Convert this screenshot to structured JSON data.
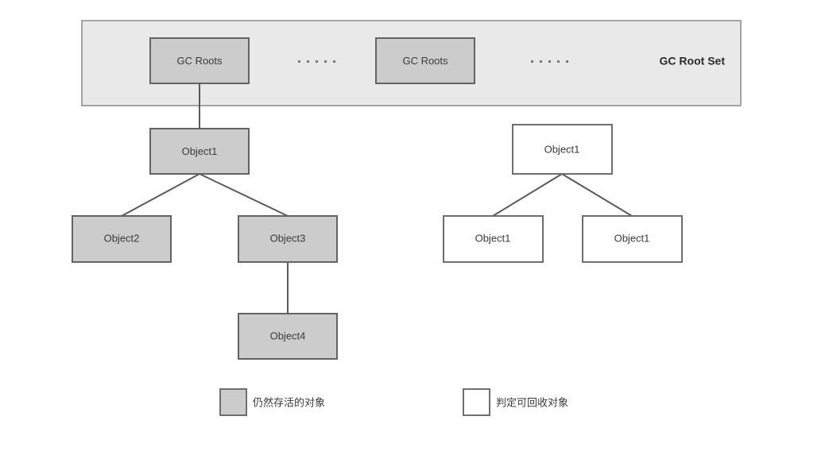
{
  "diagram": {
    "title": "GC Roots reachability analysis diagram",
    "colors": {
      "alive_fill": "#cccccc",
      "collectable_fill": "#ffffff",
      "banner_fill": "#e9e9e9",
      "border": "#636363",
      "edge": "#5a5a5a",
      "text": "#3a3a3a"
    },
    "banner": {
      "label": "GC Root Set",
      "roots": [
        {
          "label": "GC Roots"
        },
        {
          "label": "GC Roots"
        }
      ],
      "ellipsis": [
        {
          "dots": "5"
        },
        {
          "dots": "5"
        }
      ]
    },
    "alive_tree": {
      "root": {
        "label": "Object1"
      },
      "children": [
        {
          "label": "Object2"
        },
        {
          "label": "Object3"
        }
      ],
      "grandchild": {
        "label": "Object4"
      }
    },
    "collectable_tree": {
      "root": {
        "label": "Object1"
      },
      "children": [
        {
          "label": "Object1"
        },
        {
          "label": "Object1"
        }
      ]
    },
    "legend": {
      "items": [
        {
          "label": "仍然存活的对象",
          "swatch": "filled"
        },
        {
          "label": "判定可回收对象",
          "swatch": "hollow"
        }
      ]
    }
  }
}
